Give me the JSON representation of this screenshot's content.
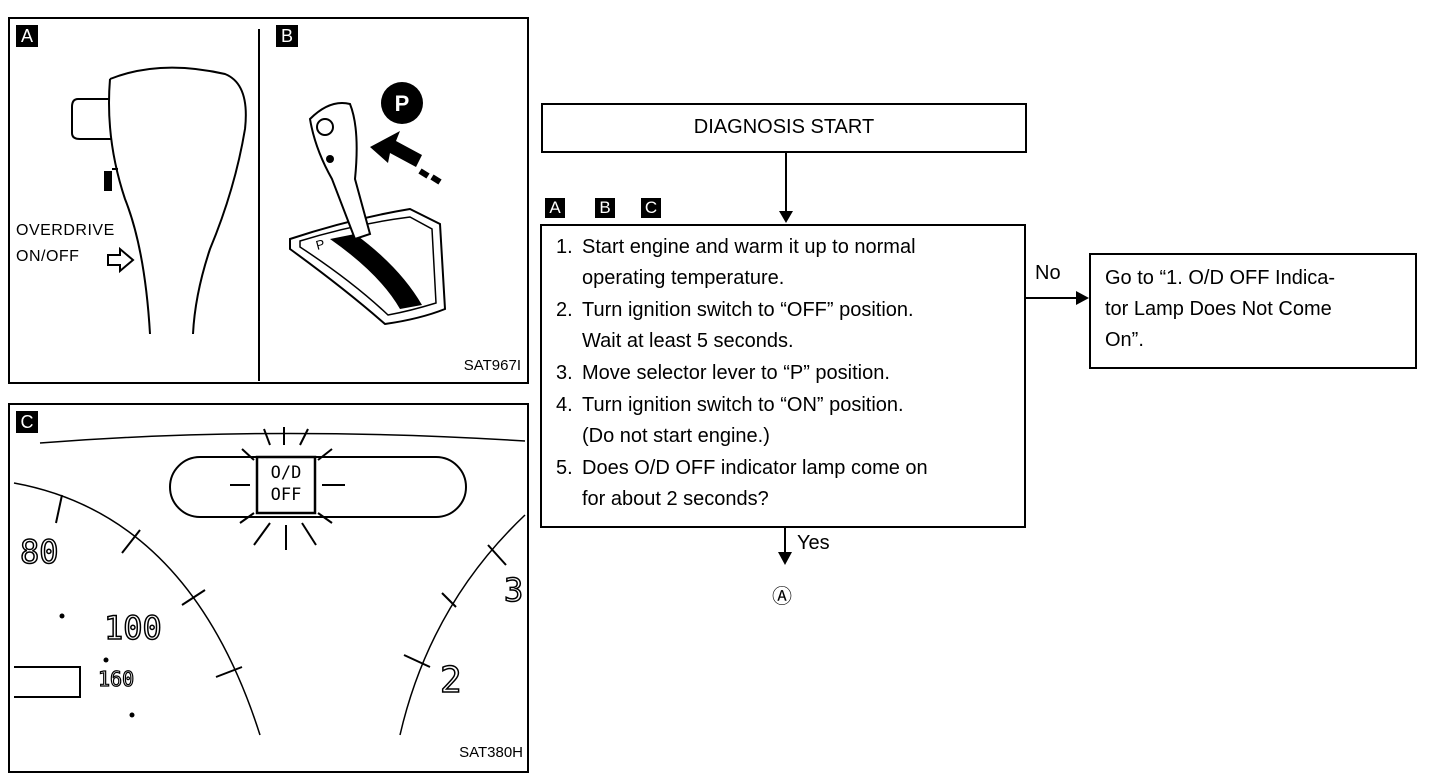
{
  "figure_a": {
    "tag": "A",
    "overdrive_label_line1": "OVERDRIVE",
    "overdrive_label_line2": "ON/OFF"
  },
  "figure_b": {
    "tag": "B",
    "p_badge": "P",
    "gate_letter": "P"
  },
  "figure_ab_code": "SAT967I",
  "figure_c": {
    "tag": "C",
    "indicator_line1": "O/D",
    "indicator_line2": "OFF",
    "gauge_left_major": [
      "80",
      "100"
    ],
    "gauge_left_minor": "160",
    "gauge_right_major": [
      "2",
      "3"
    ],
    "code": "SAT380H"
  },
  "flowchart": {
    "start_label": "DIAGNOSIS START",
    "tags": [
      "A",
      "B",
      "C"
    ],
    "steps": [
      {
        "num": "1.",
        "lines": [
          "Start engine and warm it up to normal",
          "operating temperature."
        ]
      },
      {
        "num": "2.",
        "lines": [
          "Turn ignition switch to “OFF” position.",
          "Wait at least 5 seconds."
        ]
      },
      {
        "num": "3.",
        "lines": [
          "Move selector lever to “P” position."
        ]
      },
      {
        "num": "4.",
        "lines": [
          "Turn ignition switch to “ON” position.",
          "(Do not start engine.)"
        ]
      },
      {
        "num": "5.",
        "lines": [
          "Does O/D OFF indicator lamp come on",
          "for about 2 seconds?"
        ]
      }
    ],
    "no_label": "No",
    "yes_label": "Yes",
    "no_target_lines": [
      "Go to “1. O/D OFF Indica-",
      "tor Lamp Does Not Come",
      "On”."
    ],
    "yes_target": "Ⓐ"
  }
}
